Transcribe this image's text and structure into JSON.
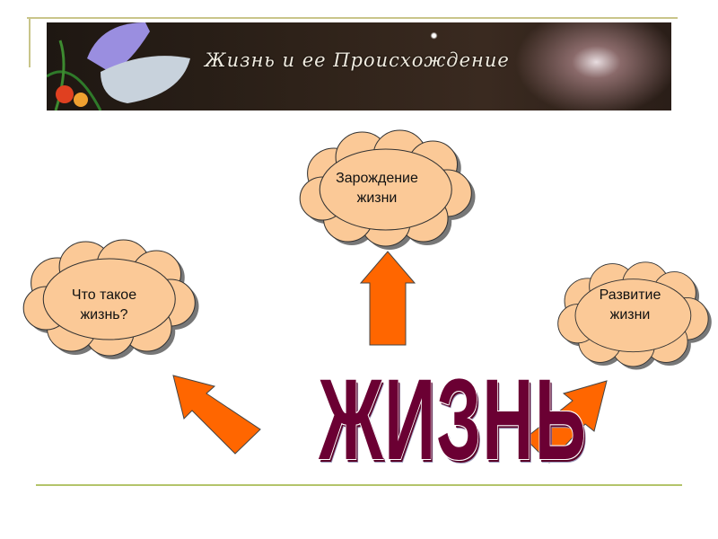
{
  "banner": {
    "title": "Жизнь и ее Происхождение"
  },
  "center_word": "ЖИЗНЬ",
  "clouds": [
    {
      "line1": "Зарождение",
      "line2": "жизни"
    },
    {
      "line1": "Что такое",
      "line2": "жизнь?"
    },
    {
      "line1": "Развитие",
      "line2": "жизни"
    }
  ],
  "colors": {
    "arrow": "#ff6600",
    "cloud": "#fbc997",
    "word": "#6b0033",
    "rule": "#b3c46a"
  }
}
